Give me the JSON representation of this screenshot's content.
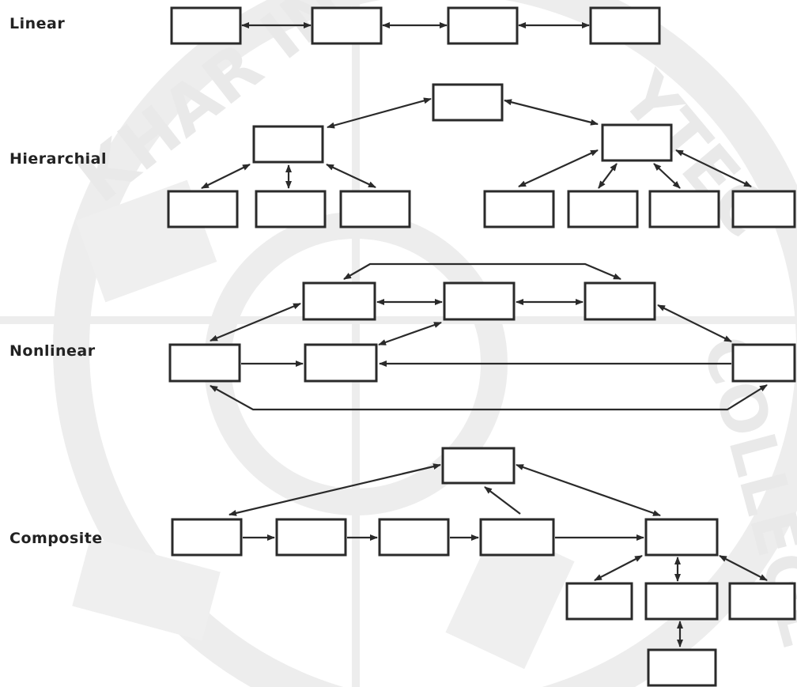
{
  "diagram": {
    "colors": {
      "stroke": "#2a2a2a",
      "text": "#222222",
      "watermark": "#ececec"
    },
    "sections": [
      {
        "id": "linear",
        "label": "Linear"
      },
      {
        "id": "hierarchical",
        "label": "Hierarchial"
      },
      {
        "id": "nonlinear",
        "label": "Nonlinear"
      },
      {
        "id": "composite",
        "label": "Composite"
      }
    ]
  }
}
